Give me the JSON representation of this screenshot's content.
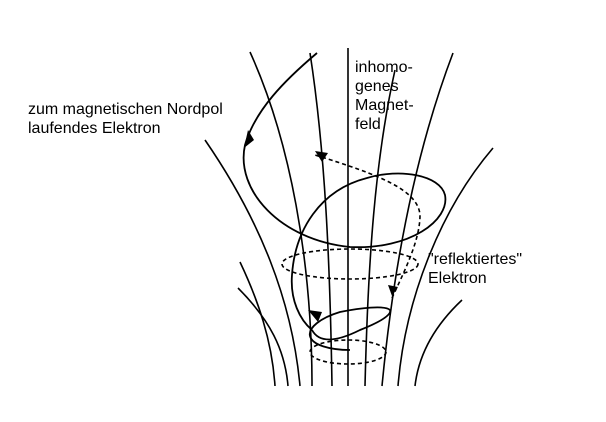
{
  "labels": {
    "north_line1": "zum magnetischen Nordpol",
    "north_line2": "laufendes Elektron",
    "field_line1": "inhomo-",
    "field_line2": "genes",
    "field_line3": "Magnet-",
    "field_line4": "feld",
    "reflected_line1": "\"reflektiertes\"",
    "reflected_line2": "Elektron"
  }
}
